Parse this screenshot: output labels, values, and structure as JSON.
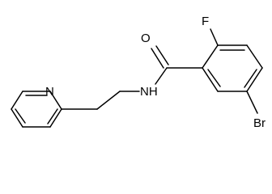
{
  "molecule": {
    "atoms": {
      "fluorine": "F",
      "oxygen": "O",
      "amide_nitrogen": "NH",
      "bromine": "Br",
      "pyridine_nitrogen": "N"
    }
  }
}
